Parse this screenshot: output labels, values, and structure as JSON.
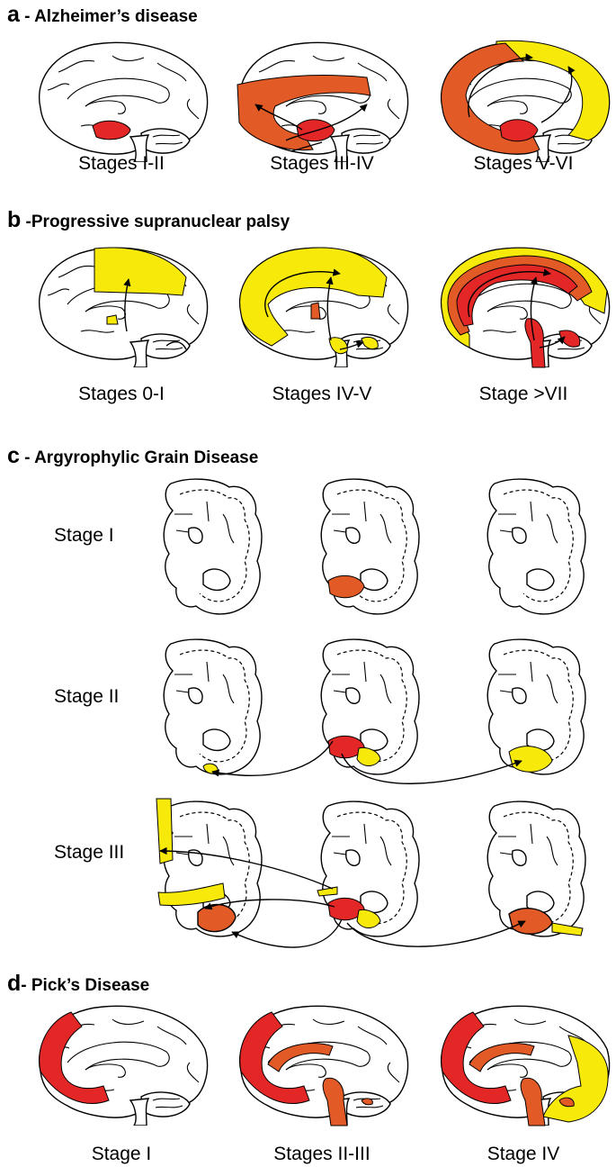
{
  "colors": {
    "early": "#e32626",
    "mid": "#e25a25",
    "late": "#f7ea0b",
    "outline": "#000000"
  },
  "sections": {
    "a": {
      "letter": "a",
      "title": " - Alzheimer’s disease",
      "stages": [
        "Stages I-II",
        "Stages III-IV",
        "Stages V-VI"
      ]
    },
    "b": {
      "letter": "b",
      "title": " -Progressive supranuclear palsy",
      "stages": [
        "Stages 0-I",
        "Stages IV-V",
        "Stage >VII"
      ]
    },
    "c": {
      "letter": "c",
      "title": " - Argyrophylic Grain Disease",
      "rows": [
        "Stage I",
        "Stage II",
        "Stage III"
      ]
    },
    "d": {
      "letter": "d",
      "title": "- Pick’s Disease",
      "stages": [
        "Stage I",
        "Stages II-III",
        "Stage IV"
      ]
    }
  }
}
